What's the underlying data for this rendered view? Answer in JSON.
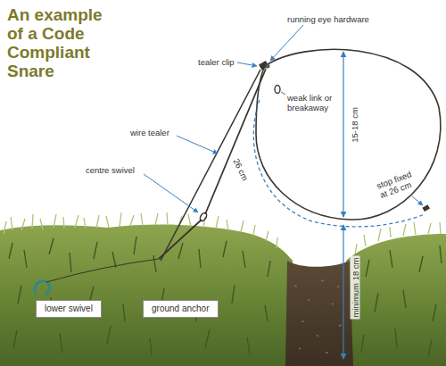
{
  "diagram": {
    "title": "An example of a Code Compliant Snare",
    "nodes": [
      {
        "text": [
          "lower swivel"
        ]
      },
      {
        "text": [
          "ground anchor"
        ]
      }
    ],
    "labels": [
      "running eye hardware",
      "tealer clip",
      "weak link or breakaway",
      "wire tealer",
      "15-18 cm",
      "26 cm",
      "stop fixed at 26 cm",
      "centre swivel",
      "minimum 18 cm"
    ]
  }
}
